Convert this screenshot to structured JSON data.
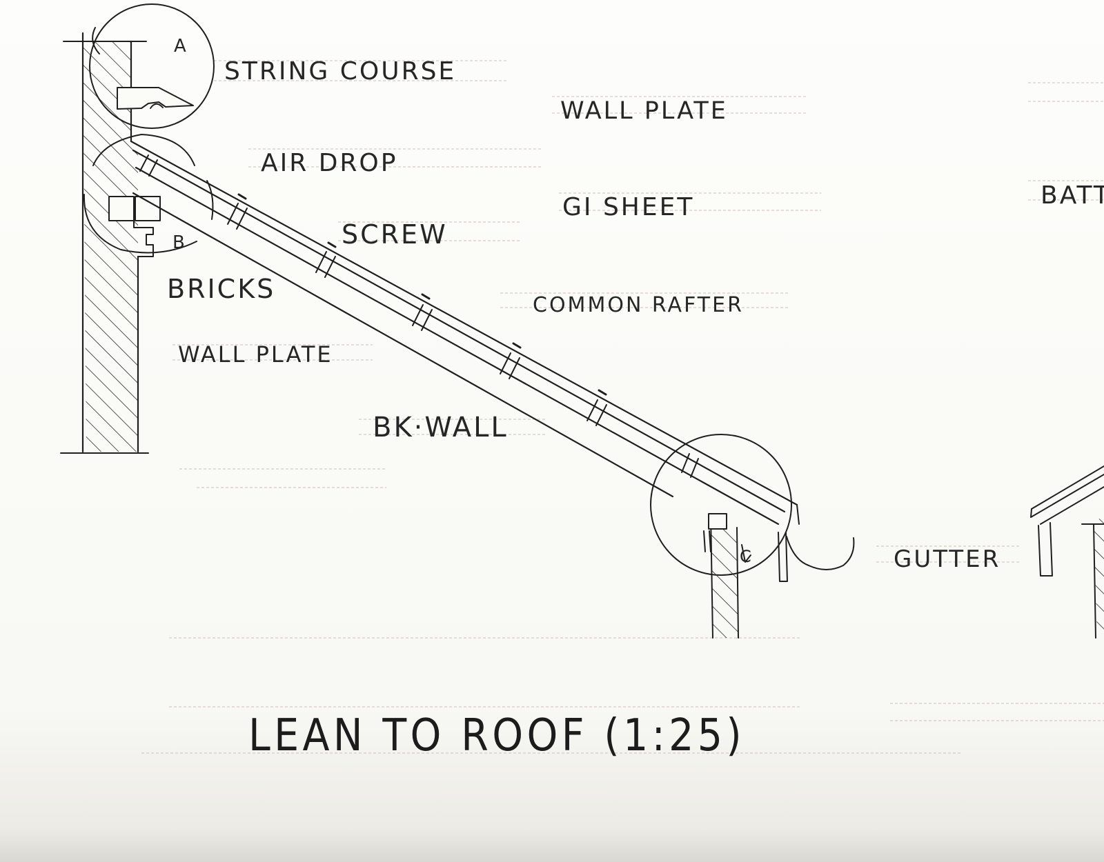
{
  "labels": {
    "string_course": "STRING COURSE",
    "wall_plate_top": "WALL PLATE",
    "air_drop": "AIR DROP",
    "gi_sheet": "GI SHEET",
    "screw": "SCREW",
    "bricks": "BRICKS",
    "common_rafter": "COMMON RAFTER",
    "wall_plate_left": "WALL PLATE",
    "bk_wall": "BK·WALL",
    "gutter": "GUTTER",
    "batt": "BATT",
    "marker_a": "A",
    "marker_b": "B",
    "marker_c": "C"
  },
  "title": "LEAN TO ROOF (1:25)",
  "colors": {
    "ink": "#1f1f1f",
    "paper": "#fbfbf8",
    "rule": "#d8c9c4"
  }
}
